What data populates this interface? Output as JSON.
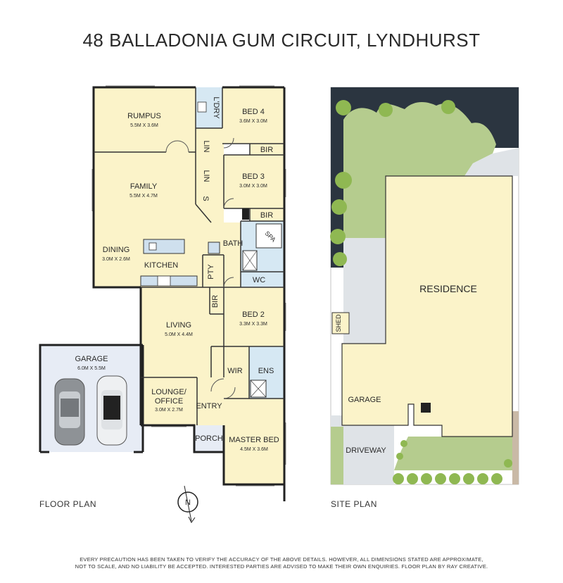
{
  "title": "48 BALLADONIA GUM CIRCUIT, LYNDHURST",
  "captions": {
    "floor_plan": "FLOOR PLAN",
    "site_plan": "SITE PLAN",
    "north": "N"
  },
  "rooms": {
    "rumpus": {
      "name": "RUMPUS",
      "dim": "5.5M X 3.6M"
    },
    "family": {
      "name": "FAMILY",
      "dim": "5.5M X 4.7M"
    },
    "dining": {
      "name": "DINING",
      "dim": "3.0M X 2.6M"
    },
    "kitchen": {
      "name": "KITCHEN"
    },
    "ldry": {
      "name": "L'DRY"
    },
    "lin1": {
      "name": "LIN"
    },
    "lin2": {
      "name": "LIN"
    },
    "s": {
      "name": "S"
    },
    "bed4": {
      "name": "BED 4",
      "dim": "3.6M X 3.0M"
    },
    "bir1": {
      "name": "BIR"
    },
    "bed3": {
      "name": "BED 3",
      "dim": "3.0M X 3.0M"
    },
    "bir2": {
      "name": "BIR"
    },
    "bath": {
      "name": "BATH"
    },
    "spa": {
      "name": "SPA"
    },
    "wc": {
      "name": "WC"
    },
    "pty": {
      "name": "PTY"
    },
    "bir3": {
      "name": "BIR"
    },
    "living": {
      "name": "LIVING",
      "dim": "5.0M X 4.4M"
    },
    "bed2": {
      "name": "BED 2",
      "dim": "3.3M X 3.3M"
    },
    "garage": {
      "name": "GARAGE",
      "dim": "6.0M X 5.5M"
    },
    "wir": {
      "name": "WIR"
    },
    "ens": {
      "name": "ENS"
    },
    "lounge": {
      "name": "LOUNGE/",
      "name2": "OFFICE",
      "dim": "3.0M X 2.7M"
    },
    "entry": {
      "name": "ENTRY"
    },
    "porch": {
      "name": "PORCH"
    },
    "master": {
      "name": "MASTER BED",
      "dim": "4.5M X 3.6M"
    }
  },
  "site": {
    "residence": "RESIDENCE",
    "shed": "SHED",
    "garage": "GARAGE",
    "driveway": "DRIVEWAY"
  },
  "colors": {
    "room": "#fbf3c9",
    "wet": "#d6e8f3",
    "garage": "#e7ecf5",
    "lawn": "#b5cc8e",
    "dark": "#2b3540",
    "paving": "#dfe3e7",
    "tree": "#8fb852"
  },
  "disclaimer": {
    "line1": "EVERY PRECAUTION HAS BEEN TAKEN TO VERIFY THE ACCURACY OF THE ABOVE DETAILS. HOWEVER, ALL DIMENSIONS STATED ARE APPROXIMATE,",
    "line2": "NOT TO SCALE, AND NO LIABILITY BE ACCEPTED. INTERESTED PARTIES ARE ADVISED TO MAKE THEIR OWN ENQUIRIES. FLOOR PLAN BY RAY CREATIVE."
  }
}
